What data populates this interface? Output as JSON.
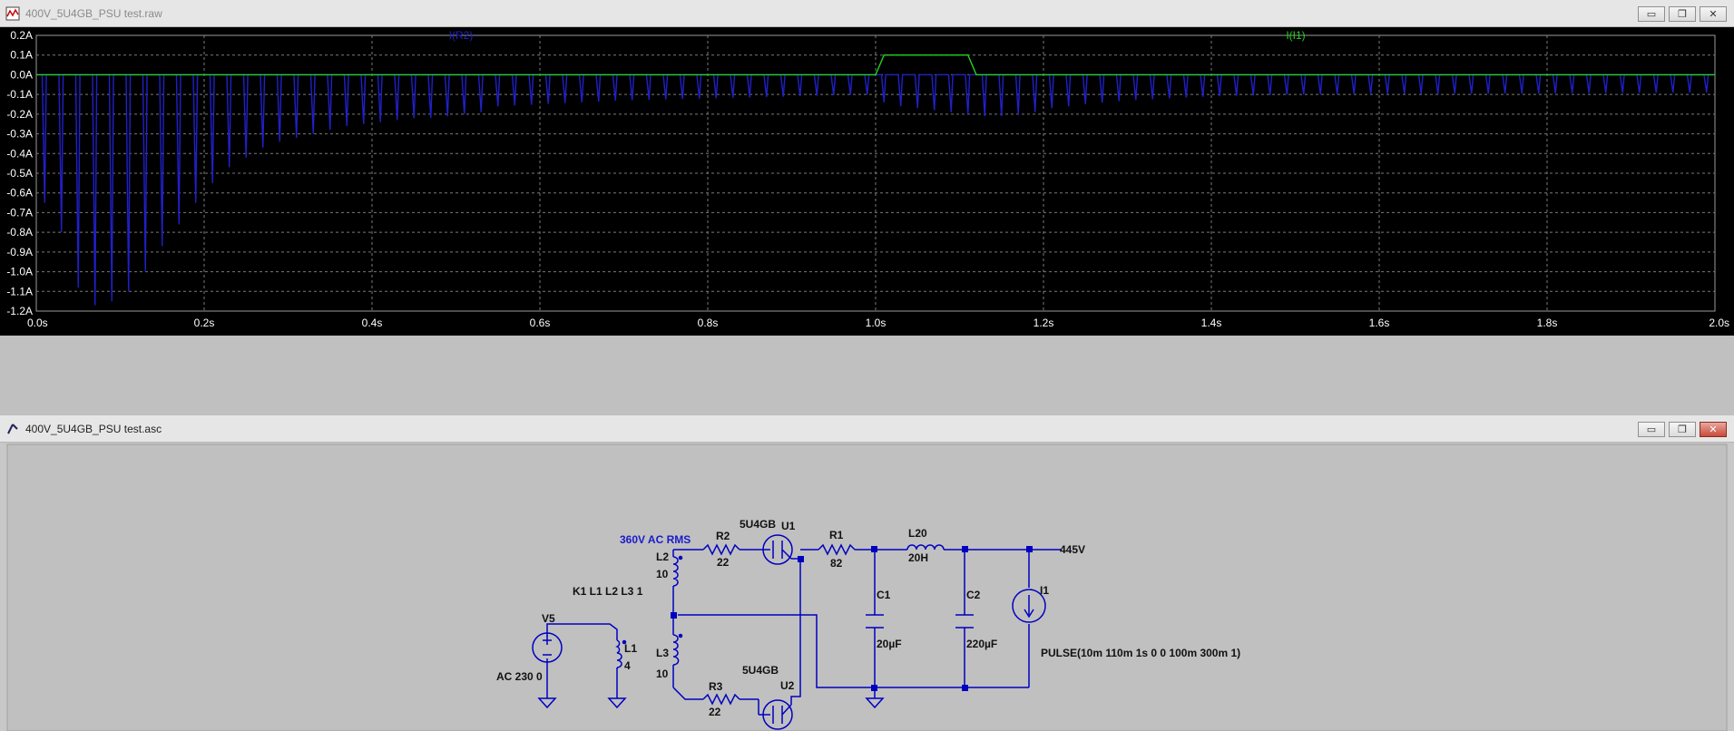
{
  "waveform_window": {
    "title": "400V_5U4GB_PSU test.raw",
    "controls": [
      "▭",
      "❐",
      "✕"
    ]
  },
  "schematic_window": {
    "title": "400V_5U4GB_PSU test.asc",
    "controls": [
      "▭",
      "❐",
      "✕"
    ]
  },
  "colors": {
    "trace_r2": "#2020c8",
    "trace_i1": "#22d022",
    "plot_bg": "#000000",
    "wire": "#0000c0",
    "label_blue": "#1a1acc"
  },
  "chart_data": {
    "type": "line",
    "x_ticks": [
      "0.0s",
      "0.2s",
      "0.4s",
      "0.6s",
      "0.8s",
      "1.0s",
      "1.2s",
      "1.4s",
      "1.6s",
      "1.8s",
      "2.0s"
    ],
    "y_ticks": [
      "0.2A",
      "0.1A",
      "0.0A",
      "-0.1A",
      "-0.2A",
      "-0.3A",
      "-0.4A",
      "-0.5A",
      "-0.6A",
      "-0.7A",
      "-0.8A",
      "-0.9A",
      "-1.0A",
      "-1.1A",
      "-1.2A"
    ],
    "xlim": [
      0,
      2.0
    ],
    "ylim": [
      -1.2,
      0.2
    ],
    "grid": true,
    "series": [
      {
        "name": "I(R2)",
        "pulse_period": 0.02,
        "peaks": [
          [
            0.01,
            -0.65
          ],
          [
            0.03,
            -0.8
          ],
          [
            0.05,
            -1.08
          ],
          [
            0.07,
            -1.17
          ],
          [
            0.09,
            -1.15
          ],
          [
            0.11,
            -1.1
          ],
          [
            0.13,
            -1.0
          ],
          [
            0.15,
            -0.87
          ],
          [
            0.17,
            -0.76
          ],
          [
            0.19,
            -0.65
          ],
          [
            0.21,
            -0.55
          ],
          [
            0.23,
            -0.47
          ],
          [
            0.25,
            -0.42
          ],
          [
            0.27,
            -0.37
          ],
          [
            0.29,
            -0.34
          ],
          [
            0.31,
            -0.32
          ],
          [
            0.33,
            -0.3
          ],
          [
            0.35,
            -0.28
          ],
          [
            0.37,
            -0.26
          ],
          [
            0.39,
            -0.25
          ],
          [
            0.41,
            -0.24
          ],
          [
            0.43,
            -0.23
          ],
          [
            0.45,
            -0.22
          ],
          [
            0.47,
            -0.22
          ],
          [
            0.49,
            -0.21
          ],
          [
            0.51,
            -0.2
          ],
          [
            0.53,
            -0.19
          ],
          [
            0.55,
            -0.16
          ],
          [
            0.6,
            -0.15
          ],
          [
            0.7,
            -0.13
          ],
          [
            0.8,
            -0.12
          ],
          [
            0.9,
            -0.11
          ],
          [
            0.99,
            -0.1
          ],
          [
            1.01,
            -0.14
          ],
          [
            1.03,
            -0.16
          ],
          [
            1.05,
            -0.17
          ],
          [
            1.07,
            -0.18
          ],
          [
            1.09,
            -0.19
          ],
          [
            1.11,
            -0.2
          ],
          [
            1.13,
            -0.21
          ],
          [
            1.15,
            -0.21
          ],
          [
            1.17,
            -0.2
          ],
          [
            1.19,
            -0.19
          ],
          [
            1.21,
            -0.17
          ],
          [
            1.25,
            -0.15
          ],
          [
            1.3,
            -0.13
          ],
          [
            1.4,
            -0.11
          ],
          [
            1.5,
            -0.1
          ],
          [
            2.0,
            -0.09
          ]
        ]
      },
      {
        "name": "I(I1)",
        "points": [
          [
            0,
            0.0
          ],
          [
            1.0,
            0.0
          ],
          [
            1.01,
            0.1
          ],
          [
            1.11,
            0.1
          ],
          [
            1.12,
            0.0
          ],
          [
            2.0,
            0.0
          ]
        ]
      }
    ]
  },
  "schematic": {
    "labels": {
      "ac_rms": "360V AC RMS",
      "L2": "L2",
      "L2_val": "10",
      "R2": "R2",
      "R2_val": "22",
      "U1_model": "5U4GB",
      "U1": "U1",
      "R1": "R1",
      "R1_val": "82",
      "L20": "L20",
      "L20_val": "20H",
      "node_445": "445V",
      "C1": "C1",
      "C1_val": "20µF",
      "C2": "C2",
      "C2_val": "220µF",
      "I1": "I1",
      "I1_val": "PULSE(10m 110m 1s 0 0 100m 300m 1)",
      "coupling": "K1 L1 L2 L3 1",
      "V5": "V5",
      "V5_val": "AC 230 0",
      "L1": "L1",
      "L1_val": "4",
      "L3": "L3",
      "L3_val": "10",
      "R3": "R3",
      "R3_val": "22",
      "U2_model": "5U4GB",
      "U2": "U2"
    }
  }
}
